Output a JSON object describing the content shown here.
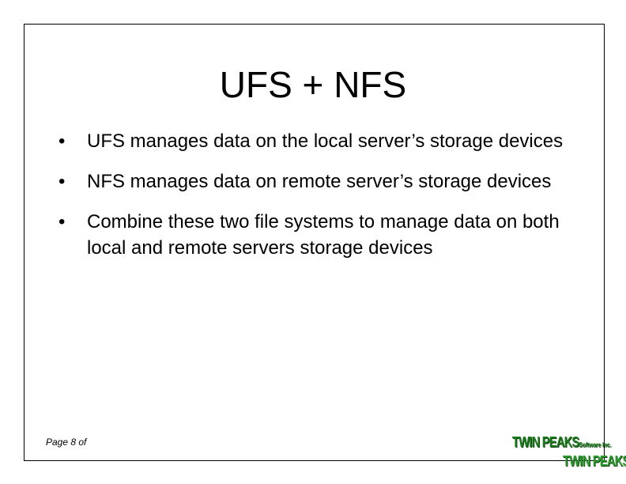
{
  "slide": {
    "title": "UFS + NFS",
    "bullets": [
      {
        "marker": "•",
        "text": "UFS manages data on the local server’s storage devices"
      },
      {
        "marker": "•",
        "text": "NFS manages data on remote server’s storage devices"
      },
      {
        "marker": "•",
        "text": "Combine these two file systems to manage data on both local and remote servers storage devices"
      }
    ],
    "page_label": "Page 8 of"
  },
  "logo": {
    "primary": "TWIN PEAKS",
    "primary_suffix": "Software Inc.",
    "secondary": "TWIN PEAKS",
    "color": "#1d7a1d"
  }
}
